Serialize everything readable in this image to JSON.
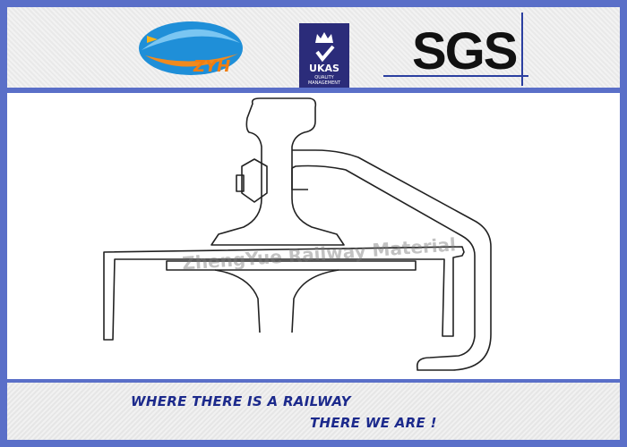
{
  "header": {
    "logo_text": "ZYH",
    "ukas_main": "UKAS",
    "ukas_sub1": "QUALITY",
    "ukas_sub2": "MANAGEMENT",
    "sgs_text": "SGS"
  },
  "drawing": {
    "watermark": "ZhengYue Railway Material"
  },
  "footer": {
    "line1": "WHERE THERE IS A RAILWAY",
    "line2": "THERE WE ARE !"
  },
  "colors": {
    "border": "#5a6fc8",
    "slogan": "#1c2a8c",
    "ukas_bg": "#2b2c7a"
  }
}
